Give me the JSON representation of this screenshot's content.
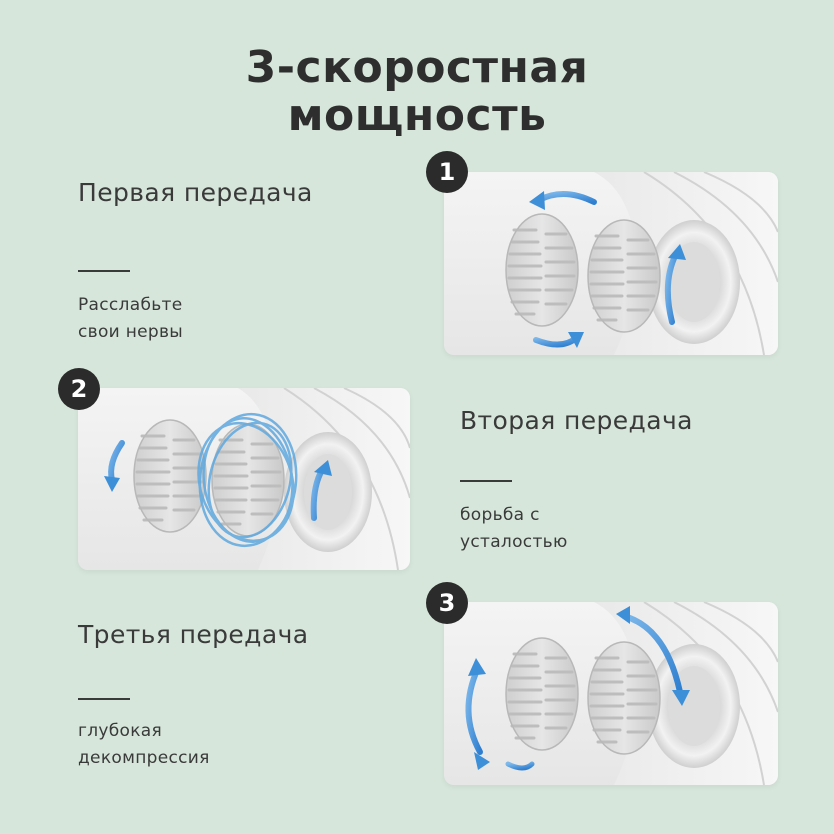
{
  "title": {
    "line1": "3-скоростная",
    "line2": "мощность"
  },
  "gears": [
    {
      "number": "1",
      "name": "Первая передача",
      "desc_line1": "Расслабьте",
      "desc_line2": "свои нервы"
    },
    {
      "number": "2",
      "name": "Вторая передача",
      "desc_line1": "борьба с",
      "desc_line2": "усталостью"
    },
    {
      "number": "3",
      "name": "Третья передача",
      "desc_line1": "глубокая",
      "desc_line2": "декомпрессия"
    }
  ],
  "colors": {
    "background": "#d6e6da",
    "text": "#333333",
    "badge": "#2b2b2b",
    "arrow": "#3d8fd8"
  },
  "icons": [
    "rotation-arrow-icon",
    "massage-head-icon"
  ]
}
